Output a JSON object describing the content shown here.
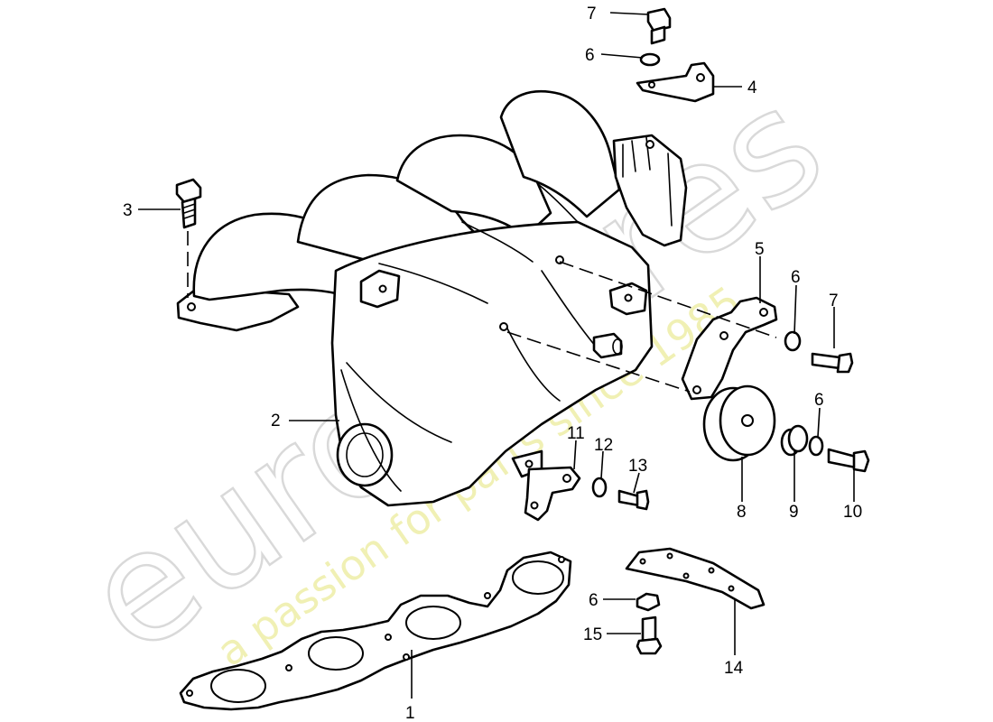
{
  "watermark": {
    "brand": "eurospares",
    "tagline": "a passion for parts since 1985"
  },
  "callouts": [
    "1",
    "2",
    "3",
    "4",
    "5",
    "6",
    "6",
    "6",
    "6",
    "7",
    "7",
    "8",
    "9",
    "10",
    "11",
    "12",
    "13",
    "14",
    "15"
  ]
}
